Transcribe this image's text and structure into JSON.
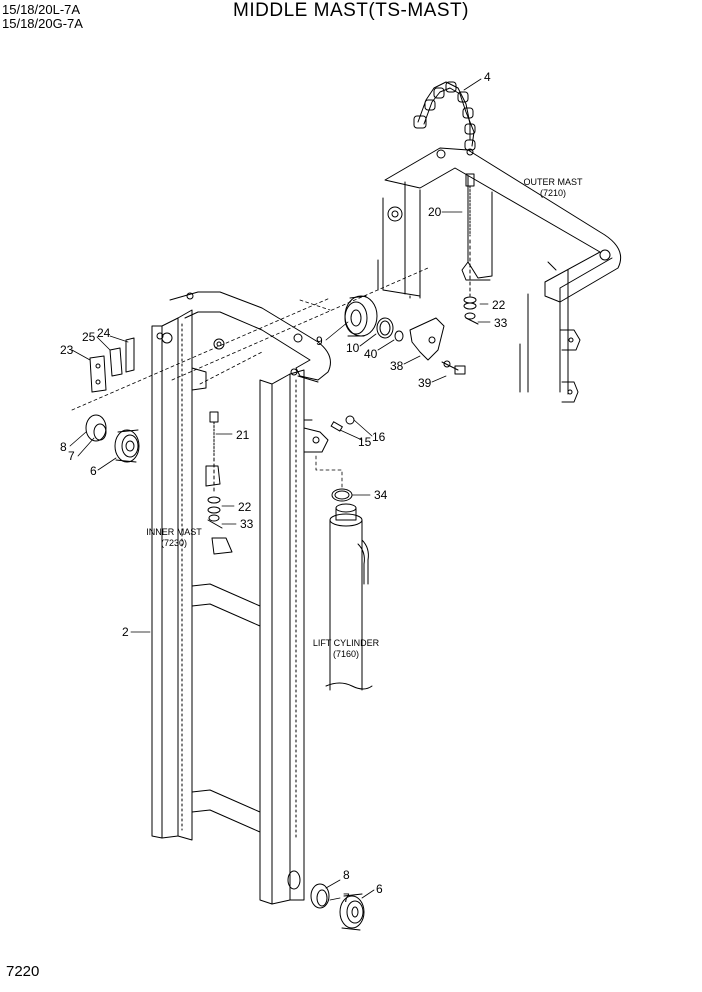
{
  "header": {
    "model_line_1": "15/18/20L-7A",
    "model_line_2": "15/18/20G-7A",
    "title": "MIDDLE MAST(TS-MAST)",
    "page_number": "7220"
  },
  "references": {
    "outer_mast": {
      "name": "OUTER MAST",
      "code": "(7210)"
    },
    "inner_mast": {
      "name": "INNER MAST",
      "code": "(7230)"
    },
    "lift_cylinder": {
      "name": "LIFT CYLINDER",
      "code": "(7160)"
    }
  },
  "callouts": {
    "c4": "4",
    "c20": "20",
    "c22a": "22",
    "c33a": "33",
    "c9": "9",
    "c10": "10",
    "c40": "40",
    "c38": "38",
    "c39": "39",
    "c25": "25",
    "c24": "24",
    "c23": "23",
    "c8a": "8",
    "c7a": "7",
    "c6a": "6",
    "c21": "21",
    "c15": "15",
    "c16": "16",
    "c34": "34",
    "c22b": "22",
    "c33b": "33",
    "c2": "2",
    "c8b": "8",
    "c7b": "7",
    "c6b": "6"
  }
}
